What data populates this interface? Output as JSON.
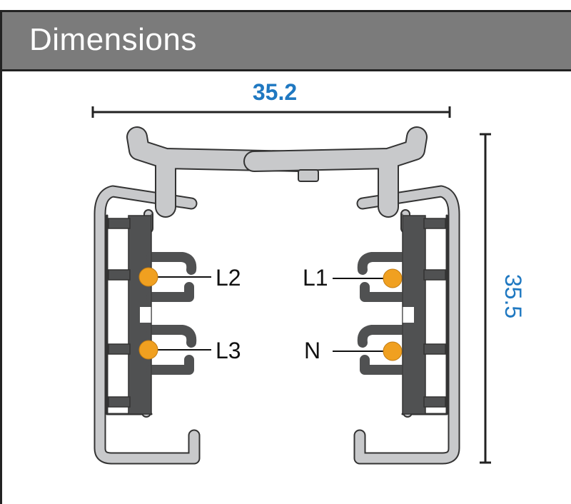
{
  "header": {
    "title": "Dimensions"
  },
  "dimensions": {
    "width": "35.2",
    "height": "35.5"
  },
  "conductors": {
    "left_top": "L2",
    "left_bottom": "L3",
    "right_top": "L1",
    "right_bottom": "N"
  },
  "colors": {
    "header_bg": "#7b7b7b",
    "dimension_text": "#1f78c1",
    "profile": "#c8c9cb",
    "insulator": "#505152",
    "conductor": "#f0a020"
  }
}
